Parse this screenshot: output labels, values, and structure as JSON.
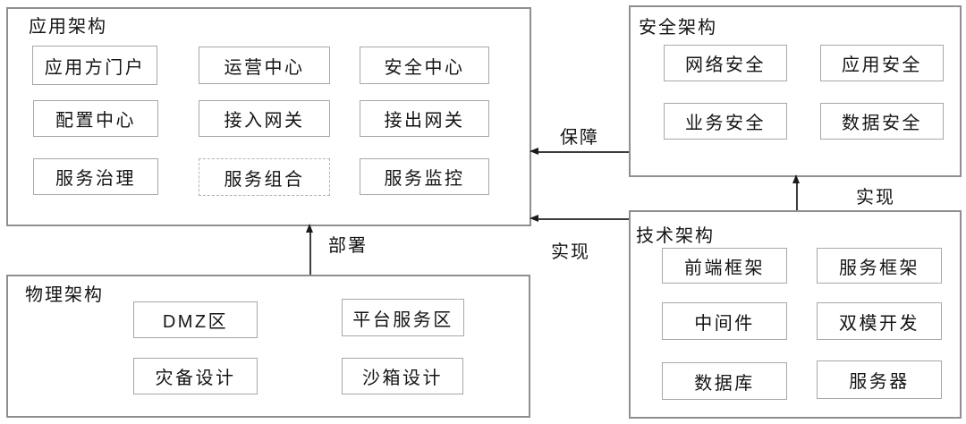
{
  "panels": {
    "app": {
      "title": "应用架构",
      "items": [
        "应用方门户",
        "运营中心",
        "安全中心",
        "配置中心",
        "接入网关",
        "接出网关",
        "服务治理",
        "服务组合",
        "服务监控"
      ]
    },
    "security": {
      "title": "安全架构",
      "items": [
        "网络安全",
        "应用安全",
        "业务安全",
        "数据安全"
      ]
    },
    "tech": {
      "title": "技术架构",
      "items": [
        "前端框架",
        "服务框架",
        "中间件",
        "双模开发",
        "数据库",
        "服务器"
      ]
    },
    "physical": {
      "title": "物理架构",
      "items": [
        "DMZ区",
        "平台服务区",
        "灾备设计",
        "沙箱设计"
      ]
    }
  },
  "arrows": {
    "guarantee": {
      "label": "保障",
      "from": "安全架构",
      "to": "应用架构"
    },
    "implement_app": {
      "label": "实现",
      "from": "技术架构",
      "to": "应用架构"
    },
    "implement_security": {
      "label": "实现",
      "from": "技术架构",
      "to": "安全架构"
    },
    "deploy": {
      "label": "部署",
      "from": "物理架构",
      "to": "应用架构"
    }
  },
  "colors": {
    "background": "#ffffff",
    "panel_border": "#8f8f8f",
    "node_border": "#a8a8a8",
    "dashed_node_border": "#b4b4b4",
    "text": "#141414",
    "arrow": "#1a1a1a"
  }
}
